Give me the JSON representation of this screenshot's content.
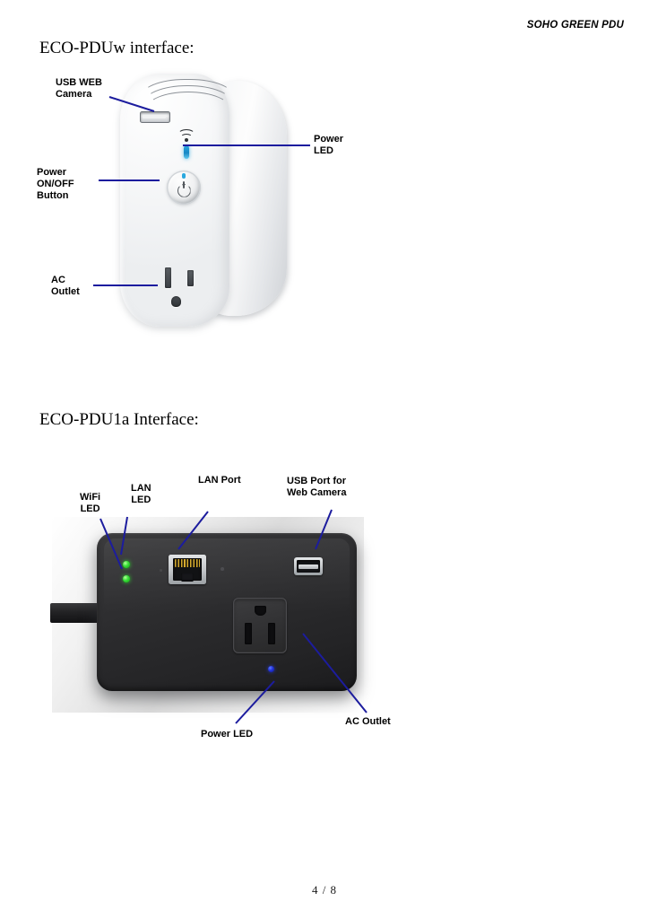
{
  "document": {
    "running_header": "SOHO GREEN PDU",
    "page_footer": "4 / 8"
  },
  "sections": [
    {
      "heading": "ECO-PDUw interface:",
      "device": "white wall-plug PDU",
      "callouts": [
        {
          "key": "usb_web_camera",
          "label": "USB WEB\nCamera"
        },
        {
          "key": "power_led",
          "label": "Power\nLED"
        },
        {
          "key": "power_button",
          "label": "Power\nON/OFF\nButton"
        },
        {
          "key": "ac_outlet",
          "label": "AC\nOutlet"
        }
      ]
    },
    {
      "heading": "ECO-PDU1a Interface:",
      "device": "black desktop PDU",
      "callouts": [
        {
          "key": "wifi_led",
          "label": "WiFi\nLED"
        },
        {
          "key": "lan_led",
          "label": "LAN\nLED"
        },
        {
          "key": "lan_port",
          "label": "LAN Port"
        },
        {
          "key": "usb_port",
          "label": "USB Port for\nWeb Camera"
        },
        {
          "key": "power_led",
          "label": "Power LED"
        },
        {
          "key": "ac_outlet",
          "label": "AC Outlet"
        }
      ]
    }
  ],
  "colors": {
    "leader_line": "#1c1c9e",
    "led_green": "#3ae03a",
    "led_blue": "#2233d8",
    "led_cyan": "#27a9e0",
    "body_black": "#2b2b2d",
    "body_white": "#f4f5f6"
  }
}
